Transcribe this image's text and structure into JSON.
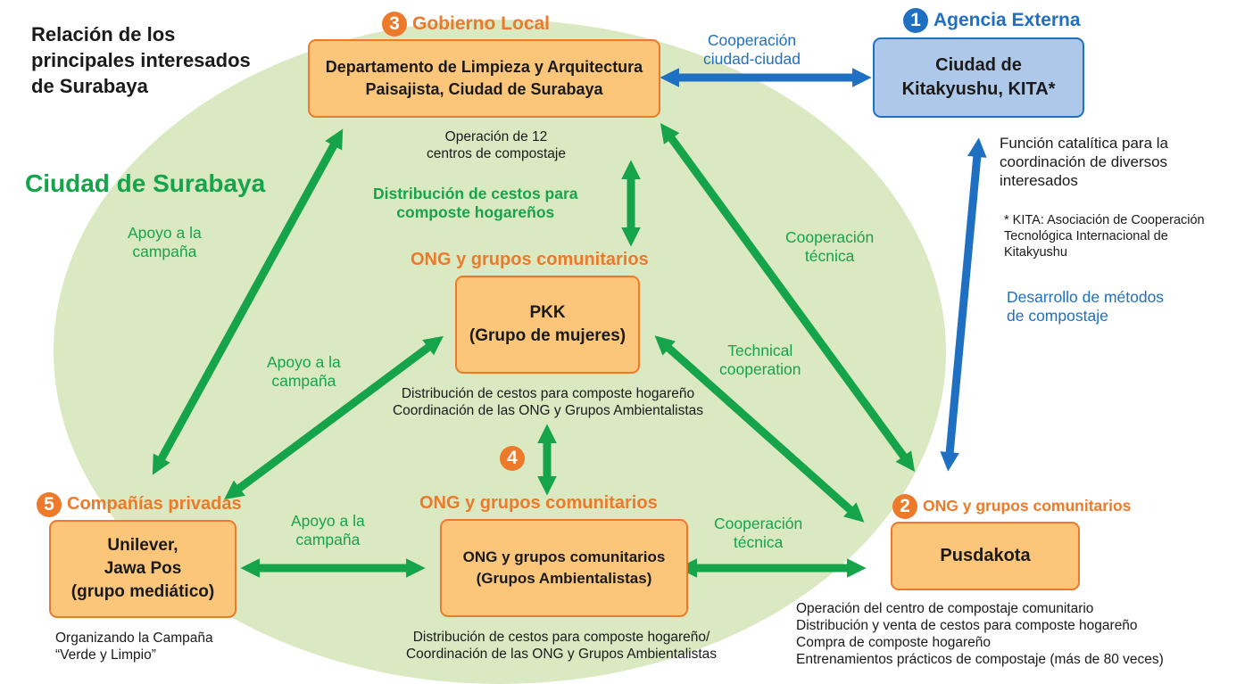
{
  "title": "Relación de los\nprincipales interesados\nde Surabaya",
  "city_label": "Ciudad de Surabaya",
  "colors": {
    "orange": "#ec7a2a",
    "green": "#16a44a",
    "blue": "#1f6fc2",
    "ellipse": "#dbe9c3",
    "box_fill": "#fbc57a",
    "blue_box_fill": "#aec8ea"
  },
  "nodes": {
    "gobierno": {
      "number": "3",
      "heading": "Gobierno Local",
      "box": "Departamento de Limpieza y Arquitectura\nPaisajista, Ciudad de Surabaya",
      "note": "Operación de 12\ncentros de compostaje"
    },
    "agencia": {
      "number": "1",
      "heading": "Agencia Externa",
      "box": "Ciudad de\nKitakyushu, KITA*",
      "note": "Función catalítica para la\ncoordinación de diversos\ninteresados",
      "footnote": "* KITA: Asociación de Cooperación\nTecnológica Internacional de\nKitakyushu"
    },
    "pkk": {
      "heading": "ONG y grupos comunitarios",
      "box": "PKK\n(Grupo de mujeres)",
      "note": "Distribución de cestos para composte hogareño\nCoordinación de las ONG y Grupos Ambientalistas"
    },
    "ong_center": {
      "number": "4",
      "heading": "ONG y grupos comunitarios",
      "box": "ONG y grupos comunitarios\n(Grupos Ambientalistas)",
      "note": "Distribución de cestos para composte hogareño/\nCoordinación de las ONG y Grupos Ambientalistas"
    },
    "companias": {
      "number": "5",
      "heading": "Compañías privadas",
      "box": "Unilever,\nJawa Pos\n(grupo mediático)",
      "note": "Organizando la Campaña\n“Verde y Limpio”"
    },
    "pusdakota": {
      "number": "2",
      "heading": "ONG y grupos comunitarios",
      "box": "Pusdakota",
      "note": "Operación del centro de compostaje comunitario\nDistribución y venta de cestos para composte hogareño\nCompra de composte hogareño\nEntrenamientos prácticos de compostaje (más de 80 veces)"
    }
  },
  "edge_labels": {
    "city_city": "Cooperación\nciudad-ciudad",
    "baskets": "Distribución de cestos para\ncomposte hogareños",
    "campaign_left": "Apoyo a la\ncampaña",
    "tech_right": "Cooperación\ntécnica",
    "methods": "Desarrollo de métodos\nde compostaje",
    "campaign_inner": "Apoyo a la\ncampaña",
    "technical_en": "Technical\ncooperation",
    "campaign_bottom": "Apoyo a la\ncampaña",
    "tech_bottom": "Cooperación\ntécnica"
  }
}
